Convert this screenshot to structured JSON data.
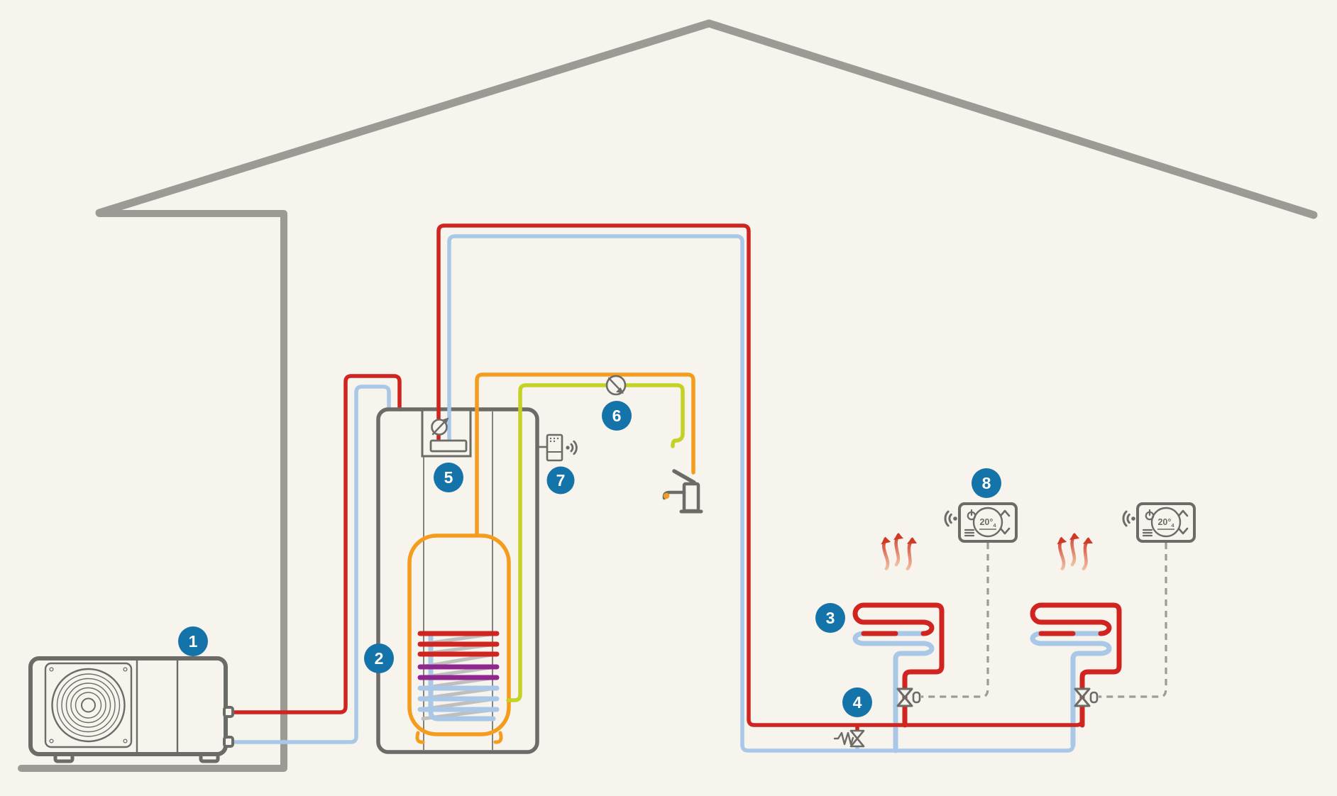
{
  "callouts": [
    "1",
    "2",
    "3",
    "4",
    "5",
    "6",
    "7",
    "8"
  ],
  "thermostats": [
    {
      "temperature": "20°",
      "decimal": "4"
    },
    {
      "temperature": "20°",
      "decimal": "4"
    }
  ],
  "colors": {
    "background": "#f7f3ed",
    "callout_badge": "#1473a8",
    "heating_flow_pipe": "#cf2420",
    "heating_return_pipe": "#a9c8e7",
    "domestic_hot_water_pipe": "#f49c1e",
    "cold_water_pipe": "#c3d225",
    "cylinder_coil_warm": "#90278e",
    "house_structure": "#9b9a94",
    "equipment_outline": "#6b6b68",
    "control_dashed_line": "#9c9b96"
  }
}
